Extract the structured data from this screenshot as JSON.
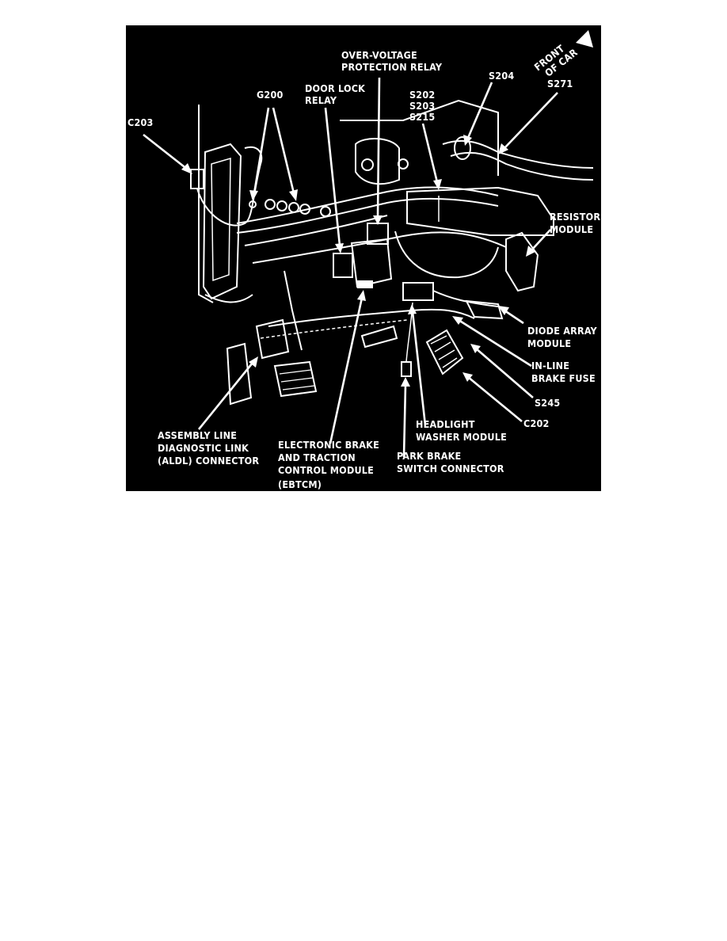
{
  "diagram": {
    "background": "#000000",
    "foreground": "#ffffff",
    "orientation": {
      "lines": [
        "FRONT",
        "OF CAR"
      ]
    },
    "labels": {
      "c203": [
        "C203"
      ],
      "g200": [
        "G200"
      ],
      "door_lock_relay": [
        "DOOR LOCK",
        "RELAY"
      ],
      "over_voltage": [
        "OVER-VOLTAGE",
        "PROTECTION RELAY"
      ],
      "s204": [
        "S204"
      ],
      "s271": [
        "S271"
      ],
      "splices": [
        "S202",
        "S203",
        "S215"
      ],
      "resistor_module": [
        "RESISTOR",
        "MODULE"
      ],
      "diode_array": [
        "DIODE ARRAY",
        "MODULE"
      ],
      "inline_fuse": [
        "IN-LINE",
        "BRAKE FUSE"
      ],
      "s245": [
        "S245"
      ],
      "c202": [
        "C202"
      ],
      "headlight_washer": [
        "HEADLIGHT",
        "WASHER MODULE"
      ],
      "park_brake": [
        "PARK BRAKE",
        "SWITCH CONNECTOR"
      ],
      "ebtcm": [
        "ELECTRONIC BRAKE",
        "AND TRACTION",
        "CONTROL MODULE",
        "(EBTCM)"
      ],
      "aldl": [
        "ASSEMBLY LINE",
        "DIAGNOSTIC LINK",
        "(ALDL) CONNECTOR"
      ]
    }
  }
}
